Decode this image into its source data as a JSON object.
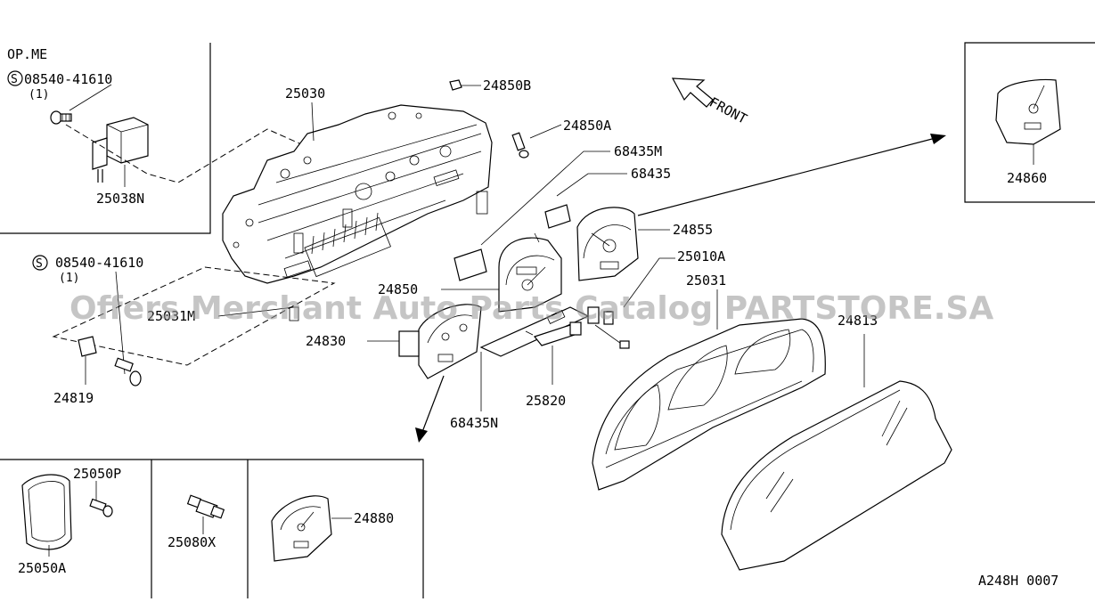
{
  "box_top_left": {
    "title": "OP.ME",
    "screw_part": "08540-41610",
    "screw_qty": "(1)",
    "part_label": "25038N"
  },
  "left_screw": {
    "screw_part": "08540-41610",
    "screw_qty": "(1)"
  },
  "box_right": {
    "part_label": "24860"
  },
  "box_bottom": {
    "p1": "25050P",
    "p2": "25050A",
    "p3": "25080X",
    "p4": "24880"
  },
  "labels": {
    "l25030": "25030",
    "l24850B": "24850B",
    "l24850A": "24850A",
    "l68435M": "68435M",
    "l68435": "68435",
    "l24855": "24855",
    "l25010A": "25010A",
    "l25031": "25031",
    "l24850": "24850",
    "l25031M": "25031M",
    "l24830": "24830",
    "l24819": "24819",
    "l68435N": "68435N",
    "l25820": "25820",
    "l24813": "24813"
  },
  "front_label": "FRONT",
  "drawing_code": "A248H 0007",
  "watermark": "Offers Merchant Auto Parts Catalog PARTSTORE.SA",
  "screw_symbol": "S"
}
